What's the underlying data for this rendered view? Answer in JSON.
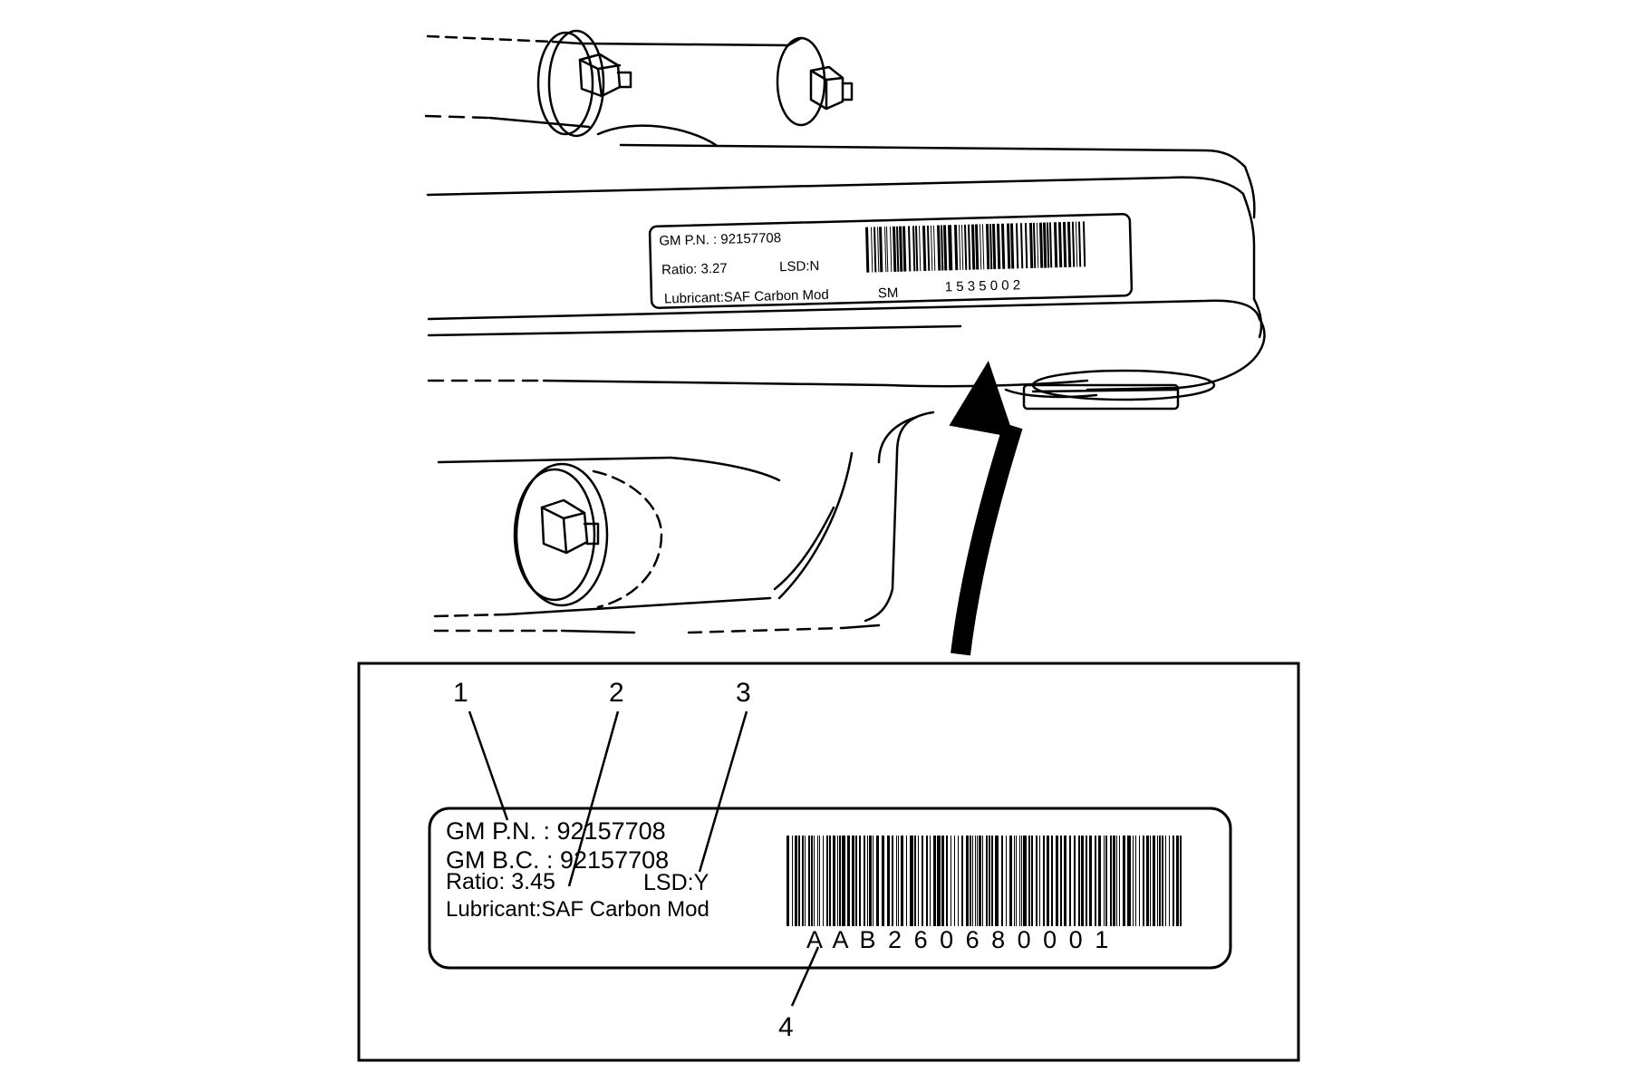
{
  "top_label": {
    "part_number": "GM  P.N. : 92157708",
    "ratio": "Ratio:  3.27",
    "lsd": "LSD:N",
    "lubricant": "Lubricant:SAF  Carbon Mod",
    "code_prefix": "SM",
    "code_number": "1 5 3 5 0 0 2"
  },
  "detail_label": {
    "part_number": "GM  P.N. : 92157708",
    "broadcast_code": "GM  B.C. : 92157708",
    "ratio": "Ratio:  3.45",
    "lsd": "LSD:Y",
    "lubricant": "Lubricant:SAF  Carbon Mod",
    "code": "A A B   2 6 0 6 8 0 0 0 1"
  },
  "callouts": [
    "1",
    "2",
    "3",
    "4"
  ]
}
